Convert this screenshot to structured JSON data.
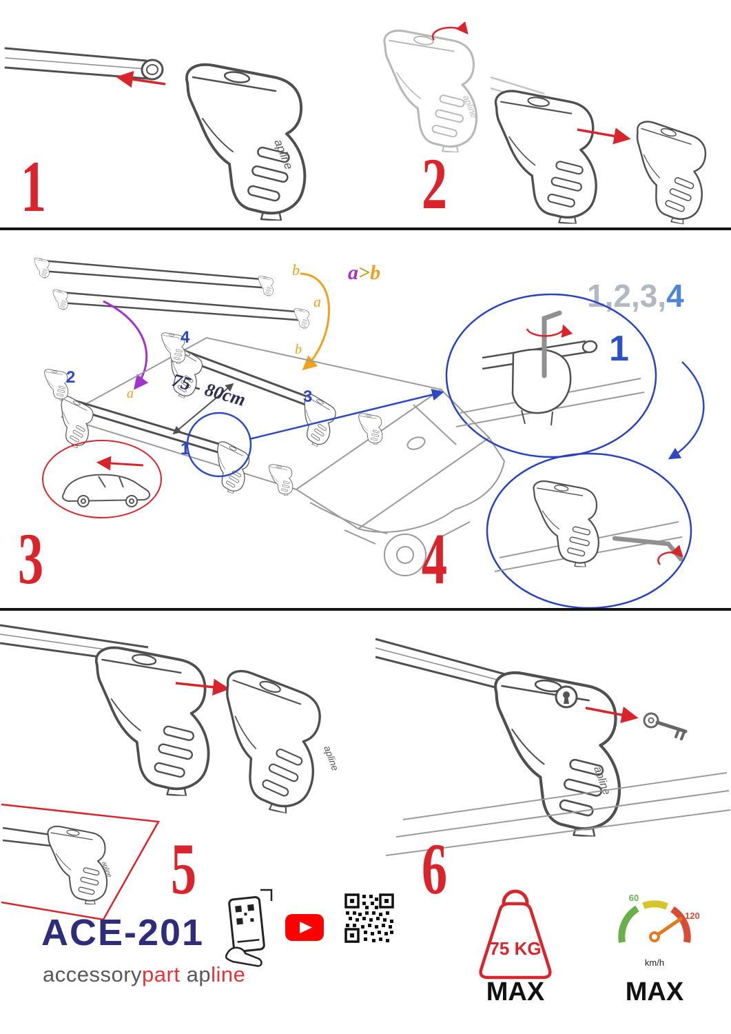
{
  "colors": {
    "red": "#d9242b",
    "blue": "#2c48c4",
    "purple": "#a233cc",
    "orange": "#f0a11f",
    "navy_model": "#2f2c7b",
    "brand_gray": "#57585a",
    "brand_red": "#e23439",
    "gauge_green": "#6ab04a",
    "gauge_yellow": "#d6c428",
    "gauge_red": "#d84b35"
  },
  "brand": {
    "logo": "apline"
  },
  "steps": {
    "s1": {
      "number": "1"
    },
    "s2": {
      "number": "2"
    },
    "s3": {
      "number": "3",
      "bar_label_b": "b",
      "bar_label_a": "a",
      "order_a": "a",
      "order_gt": ">",
      "order_b": "b",
      "roof_label_a": "a",
      "roof_label_b": "b",
      "distance": "75 - 80cm",
      "pos1": "1",
      "pos2": "2",
      "pos3": "3",
      "pos4": "4"
    },
    "s4": {
      "number": "4",
      "sequence_gray": "1,2,3,",
      "sequence_blue": "4",
      "detail": "1"
    },
    "s5": {
      "number": "5"
    },
    "s6": {
      "number": "6"
    }
  },
  "footer": {
    "model": "ACE-201",
    "brand_accessory": "accessory",
    "brand_part": "part",
    "brand_ap": "ap",
    "brand_line": "line",
    "weight_value": "75 KG",
    "weight_max": "MAX",
    "speed_60": "60",
    "speed_120": "120",
    "speed_unit": "km/h",
    "speed_max": "MAX"
  }
}
